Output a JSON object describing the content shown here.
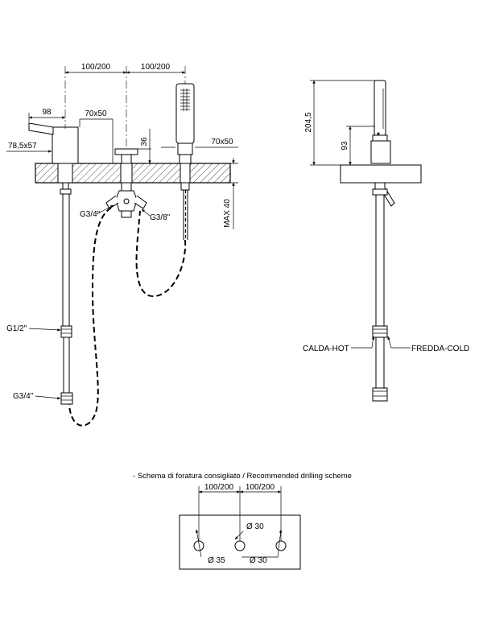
{
  "front_view": {
    "dim_top_left": "100/200",
    "dim_top_right": "100/200",
    "dim_98": "98",
    "dim_70x50_left": "70x50",
    "dim_36": "36",
    "dim_78_5x57": "78,5x57",
    "dim_70x50_right": "70x50",
    "dim_max_40": "MAX 40",
    "label_g34_valve": "G3/4\"",
    "label_g38": "G3/8\"",
    "label_g12": "G1/2\"",
    "label_g34_bottom": "G3/4\""
  },
  "side_view": {
    "dim_204_5": "204,5",
    "dim_93": "93",
    "label_hot": "CALDA-HOT",
    "label_cold": "FREDDA-COLD"
  },
  "drilling": {
    "caption": "- Schema di foratura consigliato / Recommended drilling scheme",
    "dim_left": "100/200",
    "dim_right": "100/200",
    "dia_top": "Ø 30",
    "dia_left": "Ø 35",
    "dia_right": "Ø 30"
  }
}
